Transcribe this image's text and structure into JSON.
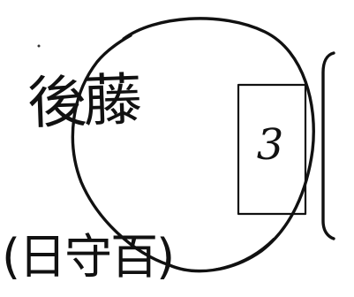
{
  "handwriting": {
    "name_top": "後藤",
    "name_bottom": "(日守百)",
    "box_number": "3"
  },
  "colors": {
    "ink": "#111111",
    "paper": "#ffffff"
  }
}
